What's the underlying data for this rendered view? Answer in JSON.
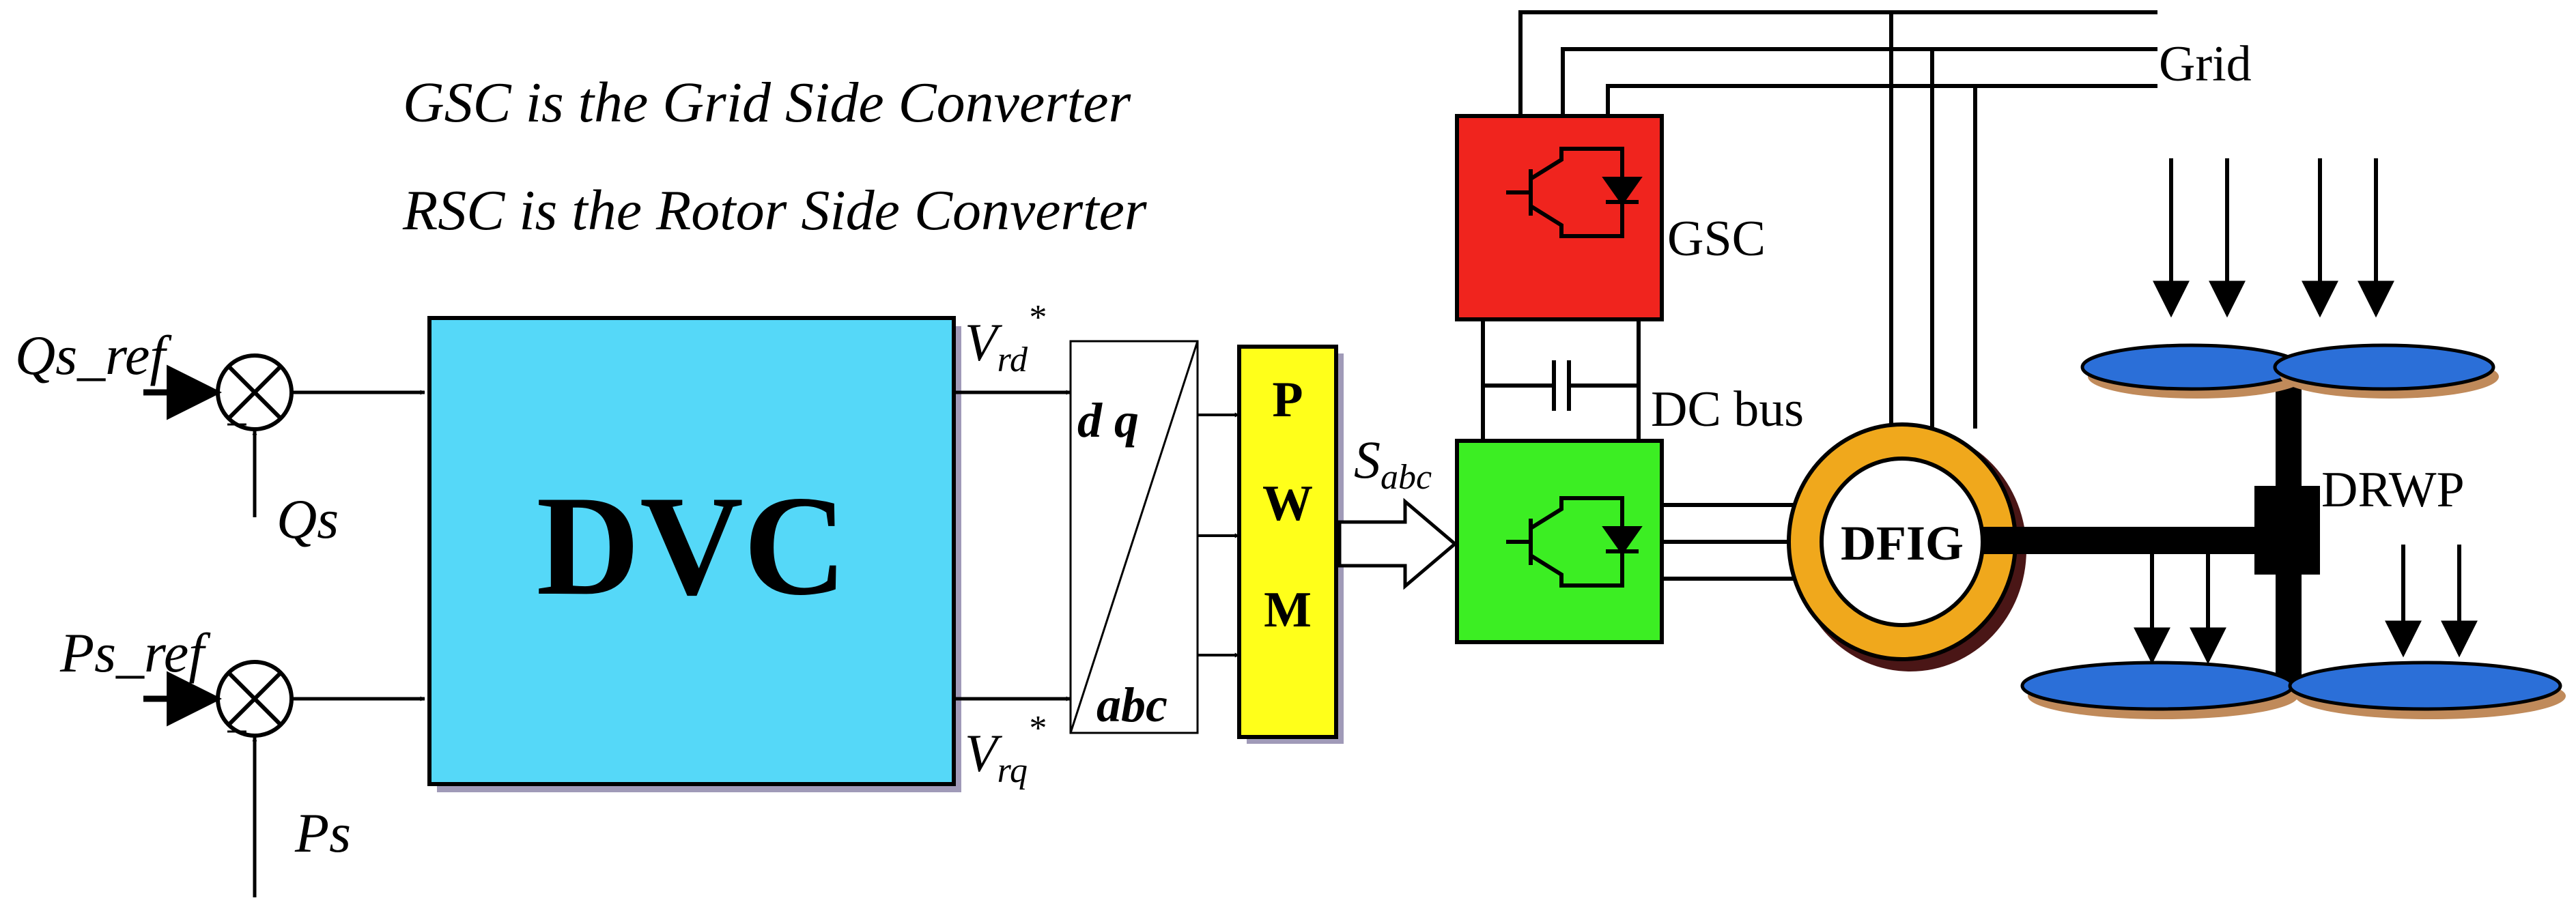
{
  "notes": {
    "gsc_note": "GSC is the Grid Side Converter",
    "rsc_note": "RSC is the Rotor Side Converter"
  },
  "inputs": {
    "qs_ref": "Qs_ref",
    "qs": "Qs",
    "ps_ref": "Ps_ref",
    "ps": "Ps",
    "minus": "−"
  },
  "blocks": {
    "dvc": "DVC",
    "dq": "d q",
    "abc": "abc",
    "pwm_p": "P",
    "pwm_w": "W",
    "pwm_m": "M",
    "gsc": "GSC",
    "dc_bus": "DC bus",
    "dfig": "DFIG",
    "drwp": "DRWP",
    "grid": "Grid"
  },
  "signals": {
    "vrd": "V",
    "vrd_sub": "rd",
    "vrd_sup": "*",
    "vrq": "V",
    "vrq_sub": "rq",
    "vrq_sup": "*",
    "sabc": "S",
    "sabc_sub": "abc"
  },
  "colors": {
    "dvc": "#55d8f8",
    "pwm": "#ffff1a",
    "gsc": "#f0241e",
    "rsc": "#3cee23",
    "dfig_ring": "#f0a81c",
    "blade": "#2b6fd8",
    "shadow": "#a09ab8"
  }
}
